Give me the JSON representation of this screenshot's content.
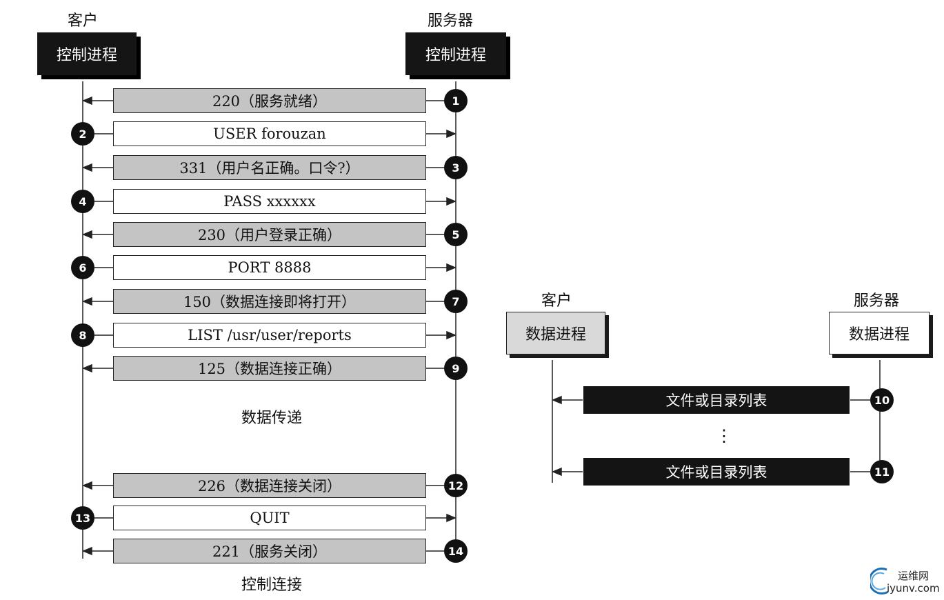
{
  "left": {
    "client_label": "客户",
    "server_label": "服务器",
    "client_process": "控制进程",
    "server_process": "控制进程",
    "messages": [
      {
        "num": "1",
        "text": "220（服务就绪）",
        "dir": "to-client"
      },
      {
        "num": "2",
        "text": "USER forouzan",
        "dir": "to-server"
      },
      {
        "num": "3",
        "text": "331（用户名正确。口令?）",
        "dir": "to-client"
      },
      {
        "num": "4",
        "text": "PASS xxxxxx",
        "dir": "to-server"
      },
      {
        "num": "5",
        "text": "230（用户登录正确）",
        "dir": "to-client"
      },
      {
        "num": "6",
        "text": "PORT 8888",
        "dir": "to-server"
      },
      {
        "num": "7",
        "text": "150（数据连接即将打开）",
        "dir": "to-client"
      },
      {
        "num": "8",
        "text": "LIST /usr/user/reports",
        "dir": "to-server"
      },
      {
        "num": "9",
        "text": "125（数据连接正确）",
        "dir": "to-client"
      },
      {
        "num": "12",
        "text": "226（数据连接关闭）",
        "dir": "to-client"
      },
      {
        "num": "13",
        "text": "QUIT",
        "dir": "to-server"
      },
      {
        "num": "14",
        "text": "221（服务关闭）",
        "dir": "to-client"
      }
    ],
    "data_transfer_label": "数据传递",
    "control_connection_label": "控制连接"
  },
  "right": {
    "client_label": "客户",
    "server_label": "服务器",
    "client_process": "数据进程",
    "server_process": "数据进程",
    "messages": [
      {
        "num": "10",
        "text": "文件或目录列表"
      },
      {
        "num": "11",
        "text": "文件或目录列表"
      }
    ],
    "ellipsis": "⋮"
  },
  "watermark": {
    "line1": "运维网",
    "line2": "iyunv.com"
  }
}
